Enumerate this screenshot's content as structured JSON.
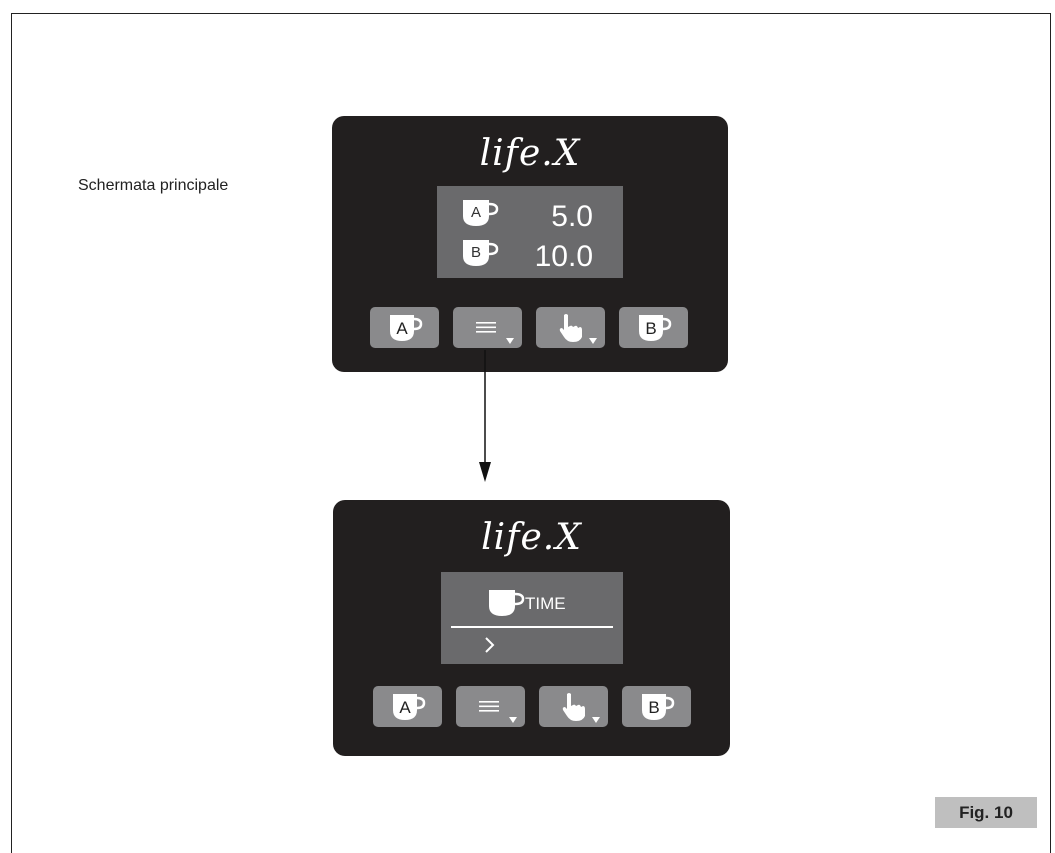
{
  "caption": "Schermata principale",
  "logo": "life.X",
  "main_screen": {
    "row_a": {
      "letter": "A",
      "value": "5.0"
    },
    "row_b": {
      "letter": "B",
      "value": "10.0"
    }
  },
  "time_screen": {
    "label": "TIME",
    "chevron": "chevron-right-icon"
  },
  "buttons": [
    {
      "name": "cup-a",
      "letter": "A",
      "icon": "cup-a-icon"
    },
    {
      "name": "menu",
      "icon": "menu-icon"
    },
    {
      "name": "hand",
      "icon": "hand-icon"
    },
    {
      "name": "cup-b",
      "letter": "B",
      "icon": "cup-b-icon"
    }
  ],
  "figure_label": "Fig. 10",
  "colors": {
    "panel": "#221f1f",
    "screen": "#6a6a6c",
    "button": "#8a8a8c",
    "fig_badge": "#bfbfbf"
  }
}
